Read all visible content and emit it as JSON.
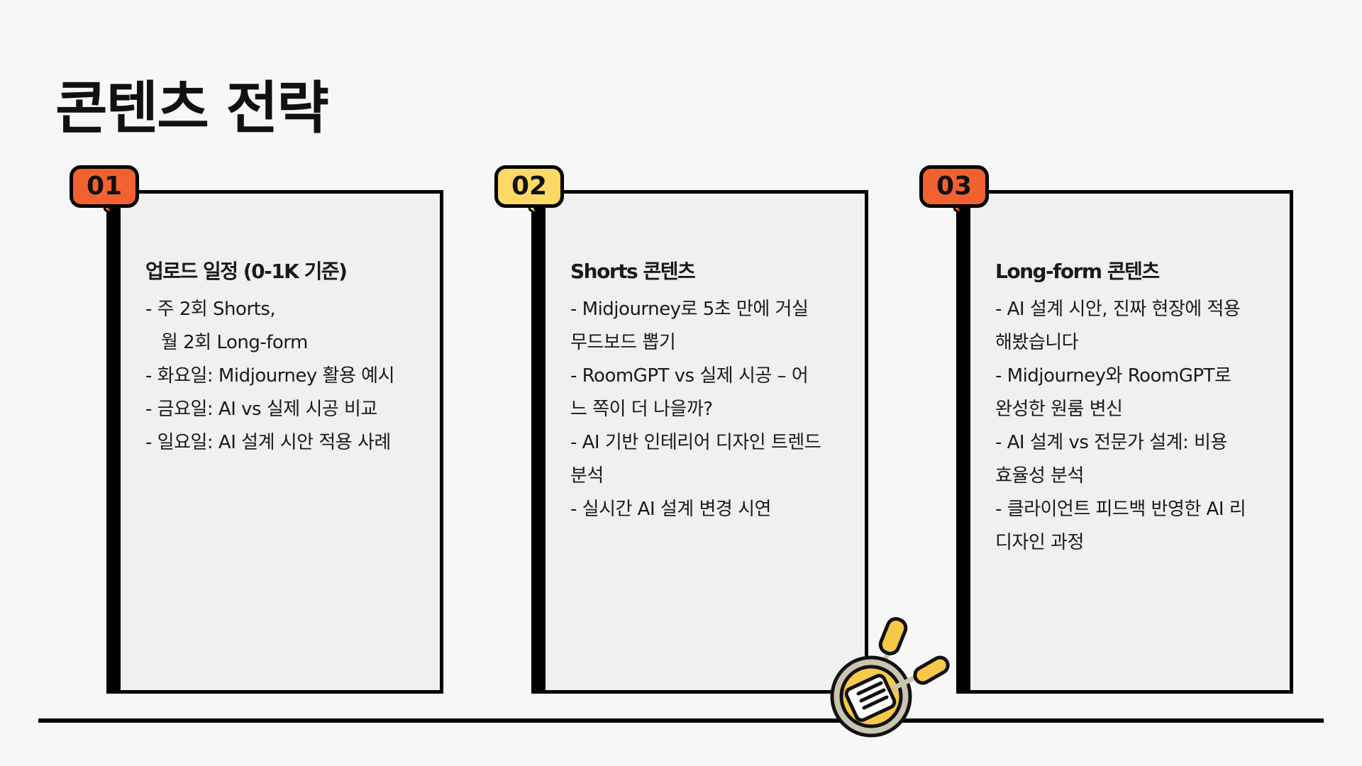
{
  "title": "콘텐츠 전략",
  "colors": {
    "badge1": "#f26130",
    "badge2": "#ffd966",
    "badge3": "#f26130",
    "pan": "#f7c948"
  },
  "cards": [
    {
      "badge": "01",
      "heading": "업로드 일정 (0-1K 기준)",
      "lines": [
        {
          "text": "- 주 2회 Shorts,",
          "indent": false
        },
        {
          "text": "월 2회 Long-form",
          "indent": true
        },
        {
          "text": "- 화요일: Midjourney 활용 예시",
          "indent": false
        },
        {
          "text": "- 금요일: AI vs 실제 시공 비교",
          "indent": false
        },
        {
          "text": "- 일요일: AI 설계 시안 적용 사례",
          "indent": false
        }
      ]
    },
    {
      "badge": "02",
      "heading": "Shorts 콘텐츠",
      "lines": [
        {
          "text": "- Midjourney로 5초 만에 거실",
          "indent": false
        },
        {
          "text": "무드보드 뽑기",
          "indent": false
        },
        {
          "text": "- RoomGPT vs 실제 시공 – 어",
          "indent": false
        },
        {
          "text": "느 쪽이 더 나을까?",
          "indent": false
        },
        {
          "text": "- AI 기반 인테리어 디자인 트렌드",
          "indent": false
        },
        {
          "text": "분석",
          "indent": false
        },
        {
          "text": "- 실시간 AI 설계 변경 시연",
          "indent": false
        }
      ]
    },
    {
      "badge": "03",
      "heading": "Long-form 콘텐츠",
      "lines": [
        {
          "text": "- AI 설계 시안, 진짜 현장에 적용",
          "indent": false
        },
        {
          "text": "해봤습니다",
          "indent": false
        },
        {
          "text": "- Midjourney와 RoomGPT로",
          "indent": false
        },
        {
          "text": "완성한 원룸 변신",
          "indent": false
        },
        {
          "text": "- AI 설계 vs 전문가 설계: 비용",
          "indent": false
        },
        {
          "text": "효율성 분석",
          "indent": false
        },
        {
          "text": "- 클라이언트 피드백 반영한 AI 리",
          "indent": false
        },
        {
          "text": "디자인 과정",
          "indent": false
        }
      ]
    }
  ]
}
